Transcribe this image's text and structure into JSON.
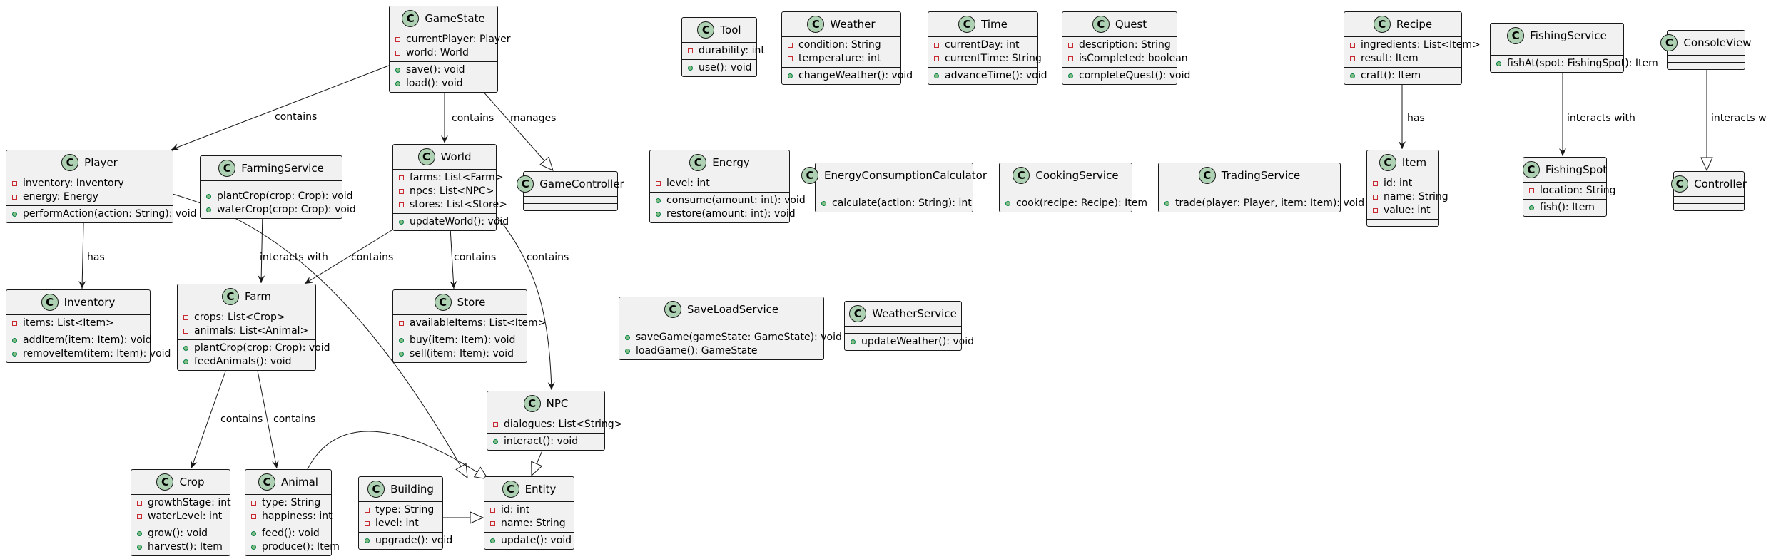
{
  "classes": [
    {
      "id": "GameState",
      "name": "GameState",
      "attributes": [
        {
          "vis": "private",
          "text": "currentPlayer: Player"
        },
        {
          "vis": "private",
          "text": "world: World"
        }
      ],
      "methods": [
        {
          "vis": "public",
          "text": "save(): void"
        },
        {
          "vis": "public",
          "text": "load(): void"
        }
      ]
    },
    {
      "id": "Tool",
      "name": "Tool",
      "attributes": [
        {
          "vis": "private",
          "text": "durability: int"
        }
      ],
      "methods": [
        {
          "vis": "public",
          "text": "use(): void"
        }
      ]
    },
    {
      "id": "Weather",
      "name": "Weather",
      "attributes": [
        {
          "vis": "private",
          "text": "condition: String"
        },
        {
          "vis": "private",
          "text": "temperature: int"
        }
      ],
      "methods": [
        {
          "vis": "public",
          "text": "changeWeather(): void"
        }
      ]
    },
    {
      "id": "Time",
      "name": "Time",
      "attributes": [
        {
          "vis": "private",
          "text": "currentDay: int"
        },
        {
          "vis": "private",
          "text": "currentTime: String"
        }
      ],
      "methods": [
        {
          "vis": "public",
          "text": "advanceTime(): void"
        }
      ]
    },
    {
      "id": "Quest",
      "name": "Quest",
      "attributes": [
        {
          "vis": "private",
          "text": "description: String"
        },
        {
          "vis": "private",
          "text": "isCompleted: boolean"
        }
      ],
      "methods": [
        {
          "vis": "public",
          "text": "completeQuest(): void"
        }
      ]
    },
    {
      "id": "Recipe",
      "name": "Recipe",
      "attributes": [
        {
          "vis": "private",
          "text": "ingredients: List<Item>"
        },
        {
          "vis": "private",
          "text": "result: Item"
        }
      ],
      "methods": [
        {
          "vis": "public",
          "text": "craft(): Item"
        }
      ]
    },
    {
      "id": "FishingService",
      "name": "FishingService",
      "attributes": [],
      "methods": [
        {
          "vis": "public",
          "text": "fishAt(spot: FishingSpot): Item"
        }
      ]
    },
    {
      "id": "ConsoleView",
      "name": "ConsoleView",
      "attributes": [],
      "methods": []
    },
    {
      "id": "Player",
      "name": "Player",
      "attributes": [
        {
          "vis": "private",
          "text": "inventory: Inventory"
        },
        {
          "vis": "private",
          "text": "energy: Energy"
        }
      ],
      "methods": [
        {
          "vis": "public",
          "text": "performAction(action: String): void"
        }
      ]
    },
    {
      "id": "FarmingService",
      "name": "FarmingService",
      "attributes": [],
      "methods": [
        {
          "vis": "public",
          "text": "plantCrop(crop: Crop): void"
        },
        {
          "vis": "public",
          "text": "waterCrop(crop: Crop): void"
        }
      ]
    },
    {
      "id": "World",
      "name": "World",
      "attributes": [
        {
          "vis": "private",
          "text": "farms: List<Farm>"
        },
        {
          "vis": "private",
          "text": "npcs: List<NPC>"
        },
        {
          "vis": "private",
          "text": "stores: List<Store>"
        }
      ],
      "methods": [
        {
          "vis": "public",
          "text": "updateWorld(): void"
        }
      ]
    },
    {
      "id": "GameController",
      "name": "GameController",
      "attributes": [],
      "methods": []
    },
    {
      "id": "Energy",
      "name": "Energy",
      "attributes": [
        {
          "vis": "private",
          "text": "level: int"
        }
      ],
      "methods": [
        {
          "vis": "public",
          "text": "consume(amount: int): void"
        },
        {
          "vis": "public",
          "text": "restore(amount: int): void"
        }
      ]
    },
    {
      "id": "EnergyConsumptionCalculator",
      "name": "EnergyConsumptionCalculator",
      "attributes": [],
      "methods": [
        {
          "vis": "public",
          "text": "calculate(action: String): int"
        }
      ]
    },
    {
      "id": "CookingService",
      "name": "CookingService",
      "attributes": [],
      "methods": [
        {
          "vis": "public",
          "text": "cook(recipe: Recipe): Item"
        }
      ]
    },
    {
      "id": "TradingService",
      "name": "TradingService",
      "attributes": [],
      "methods": [
        {
          "vis": "public",
          "text": "trade(player: Player, item: Item): void"
        }
      ]
    },
    {
      "id": "Item",
      "name": "Item",
      "attributes": [
        {
          "vis": "private",
          "text": "id: int"
        },
        {
          "vis": "private",
          "text": "name: String"
        },
        {
          "vis": "private",
          "text": "value: int"
        }
      ],
      "methods": []
    },
    {
      "id": "FishingSpot",
      "name": "FishingSpot",
      "attributes": [
        {
          "vis": "private",
          "text": "location: String"
        }
      ],
      "methods": [
        {
          "vis": "public",
          "text": "fish(): Item"
        }
      ]
    },
    {
      "id": "Controller",
      "name": "Controller",
      "attributes": [],
      "methods": []
    },
    {
      "id": "Inventory",
      "name": "Inventory",
      "attributes": [
        {
          "vis": "private",
          "text": "items: List<Item>"
        }
      ],
      "methods": [
        {
          "vis": "public",
          "text": "addItem(item: Item): void"
        },
        {
          "vis": "public",
          "text": "removeItem(item: Item): void"
        }
      ]
    },
    {
      "id": "Farm",
      "name": "Farm",
      "attributes": [
        {
          "vis": "private",
          "text": "crops: List<Crop>"
        },
        {
          "vis": "private",
          "text": "animals: List<Animal>"
        }
      ],
      "methods": [
        {
          "vis": "public",
          "text": "plantCrop(crop: Crop): void"
        },
        {
          "vis": "public",
          "text": "feedAnimals(): void"
        }
      ]
    },
    {
      "id": "Store",
      "name": "Store",
      "attributes": [
        {
          "vis": "private",
          "text": "availableItems: List<Item>"
        }
      ],
      "methods": [
        {
          "vis": "public",
          "text": "buy(item: Item): void"
        },
        {
          "vis": "public",
          "text": "sell(item: Item): void"
        }
      ]
    },
    {
      "id": "SaveLoadService",
      "name": "SaveLoadService",
      "attributes": [],
      "methods": [
        {
          "vis": "public",
          "text": "saveGame(gameState: GameState): void"
        },
        {
          "vis": "public",
          "text": "loadGame(): GameState"
        }
      ]
    },
    {
      "id": "WeatherService",
      "name": "WeatherService",
      "attributes": [],
      "methods": [
        {
          "vis": "public",
          "text": "updateWeather(): void"
        }
      ]
    },
    {
      "id": "NPC",
      "name": "NPC",
      "attributes": [
        {
          "vis": "private",
          "text": "dialogues: List<String>"
        }
      ],
      "methods": [
        {
          "vis": "public",
          "text": "interact(): void"
        }
      ]
    },
    {
      "id": "Crop",
      "name": "Crop",
      "attributes": [
        {
          "vis": "private",
          "text": "growthStage: int"
        },
        {
          "vis": "private",
          "text": "waterLevel: int"
        }
      ],
      "methods": [
        {
          "vis": "public",
          "text": "grow(): void"
        },
        {
          "vis": "public",
          "text": "harvest(): Item"
        }
      ]
    },
    {
      "id": "Animal",
      "name": "Animal",
      "attributes": [
        {
          "vis": "private",
          "text": "type: String"
        },
        {
          "vis": "private",
          "text": "happiness: int"
        }
      ],
      "methods": [
        {
          "vis": "public",
          "text": "feed(): void"
        },
        {
          "vis": "public",
          "text": "produce(): Item"
        }
      ]
    },
    {
      "id": "Building",
      "name": "Building",
      "attributes": [
        {
          "vis": "private",
          "text": "type: String"
        },
        {
          "vis": "private",
          "text": "level: int"
        }
      ],
      "methods": [
        {
          "vis": "public",
          "text": "upgrade(): void"
        }
      ]
    },
    {
      "id": "Entity",
      "name": "Entity",
      "attributes": [
        {
          "vis": "private",
          "text": "id: int"
        },
        {
          "vis": "private",
          "text": "name: String"
        }
      ],
      "methods": [
        {
          "vis": "public",
          "text": "update(): void"
        }
      ]
    }
  ],
  "relations": [
    {
      "id": "gs-player",
      "from": "GameState",
      "to": "Player",
      "kind": "association",
      "label": "contains"
    },
    {
      "id": "gs-world",
      "from": "GameState",
      "to": "World",
      "kind": "association",
      "label": "contains"
    },
    {
      "id": "gs-controller",
      "from": "GameState",
      "to": "GameController",
      "kind": "inheritance",
      "label": "manages"
    },
    {
      "id": "recipe-item",
      "from": "Recipe",
      "to": "Item",
      "kind": "association",
      "label": "has"
    },
    {
      "id": "fishing-spot",
      "from": "FishingService",
      "to": "FishingSpot",
      "kind": "association",
      "label": "interacts with"
    },
    {
      "id": "console-controller",
      "from": "ConsoleView",
      "to": "Controller",
      "kind": "inheritance",
      "label": "interacts with"
    },
    {
      "id": "player-inventory",
      "from": "Player",
      "to": "Inventory",
      "kind": "association",
      "label": "has"
    },
    {
      "id": "player-entity",
      "from": "Player",
      "to": "Entity",
      "kind": "inheritance",
      "label": ""
    },
    {
      "id": "farming-farm",
      "from": "FarmingService",
      "to": "Farm",
      "kind": "association",
      "label": "interacts with"
    },
    {
      "id": "world-farm",
      "from": "World",
      "to": "Farm",
      "kind": "association",
      "label": "contains"
    },
    {
      "id": "world-store",
      "from": "World",
      "to": "Store",
      "kind": "association",
      "label": "contains"
    },
    {
      "id": "world-npc",
      "from": "World",
      "to": "NPC",
      "kind": "association",
      "label": "contains"
    },
    {
      "id": "farm-crop",
      "from": "Farm",
      "to": "Crop",
      "kind": "association",
      "label": "contains"
    },
    {
      "id": "farm-animal",
      "from": "Farm",
      "to": "Animal",
      "kind": "association",
      "label": "contains"
    },
    {
      "id": "npc-entity",
      "from": "NPC",
      "to": "Entity",
      "kind": "inheritance",
      "label": ""
    },
    {
      "id": "animal-entity",
      "from": "Animal",
      "to": "Entity",
      "kind": "inheritance",
      "label": ""
    },
    {
      "id": "building-entity",
      "from": "Building",
      "to": "Entity",
      "kind": "inheritance",
      "label": ""
    }
  ]
}
